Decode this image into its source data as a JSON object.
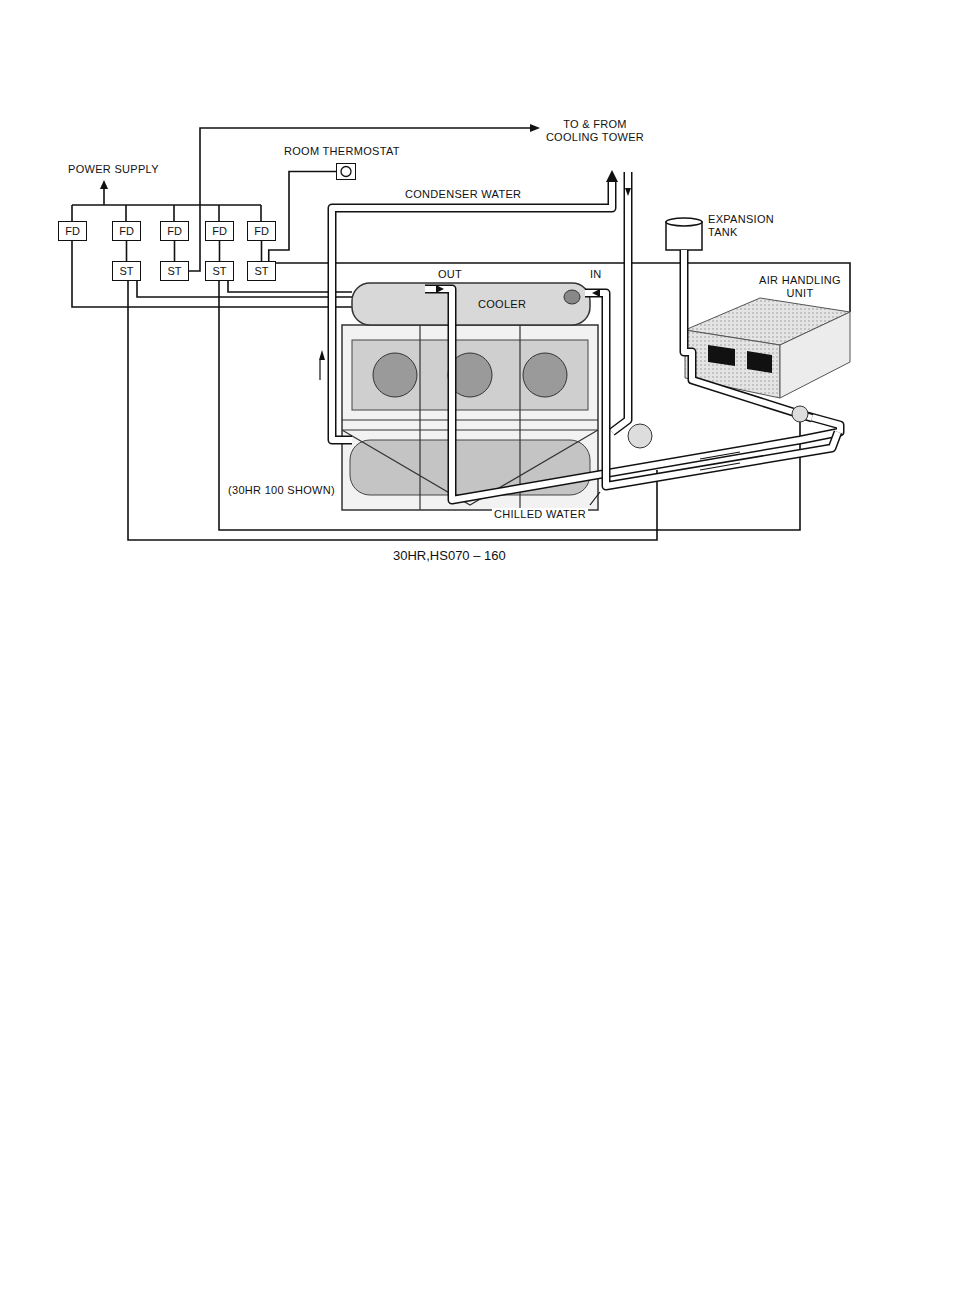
{
  "diagram": {
    "caption": "30HR,HS070 – 160",
    "nodes": [
      {
        "text": [
          "ROOM THERMOSTAT"
        ]
      },
      {
        "text": [
          "FD"
        ]
      },
      {
        "text": [
          "FD"
        ]
      },
      {
        "text": [
          "FD"
        ]
      },
      {
        "text": [
          "FD"
        ]
      },
      {
        "text": [
          "FD"
        ]
      },
      {
        "text": [
          "ST"
        ]
      },
      {
        "text": [
          "ST"
        ]
      },
      {
        "text": [
          "ST"
        ]
      },
      {
        "text": [
          "ST"
        ]
      }
    ],
    "edges": [
      {
        "from": 2,
        "to": 6,
        "arrow": "none"
      },
      {
        "from": 3,
        "to": 7,
        "arrow": "none"
      },
      {
        "from": 4,
        "to": 8,
        "arrow": "none"
      },
      {
        "from": 5,
        "to": 9,
        "arrow": "none"
      },
      {
        "from": 0,
        "to": 9,
        "arrow": "none"
      }
    ],
    "labels": [
      "TO & FROM COOLING TOWER",
      "POWER SUPPLY",
      "CONDENSER WATER",
      "OUT",
      "IN",
      "COOLER",
      "EXPANSION TANK",
      "AIR HANDLING UNIT",
      "(30HR 100 SHOWN)",
      "CHILLED WATER"
    ]
  }
}
